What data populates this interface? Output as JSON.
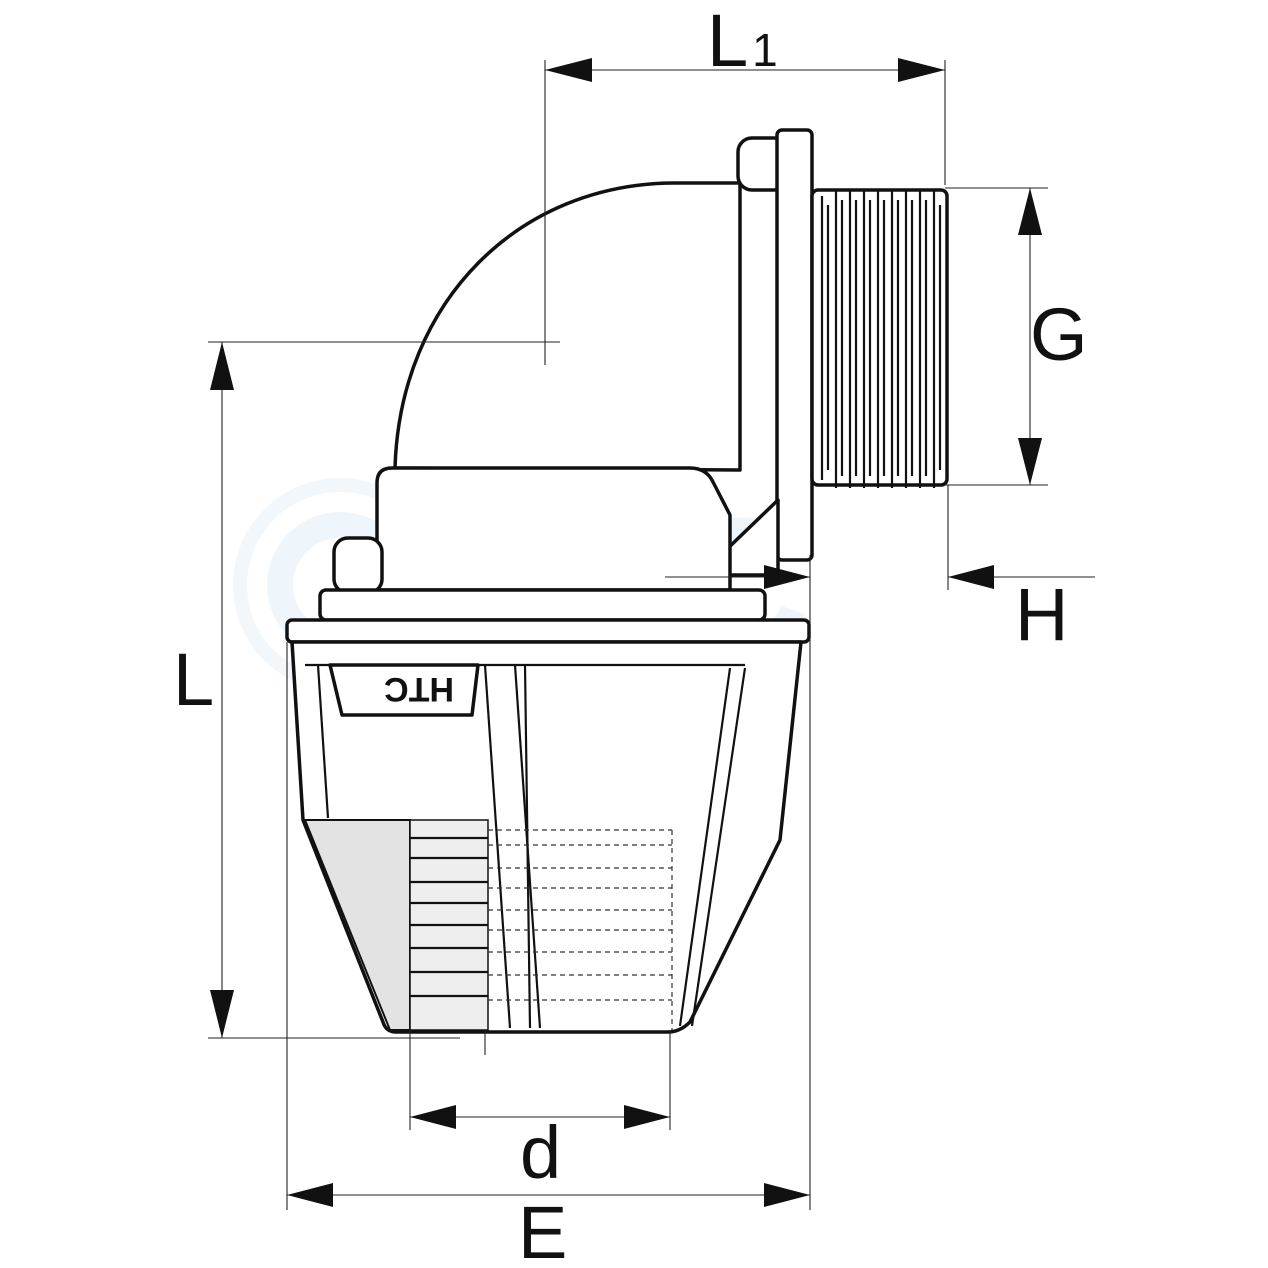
{
  "diagram": {
    "watermark": "HTC",
    "brand_mark": "HTC",
    "labels": {
      "L1_main": "L",
      "L1_sub": "1",
      "G": "G",
      "H": "H",
      "L": "L",
      "d": "d",
      "E": "E"
    },
    "colors": {
      "line": "#111111",
      "section_fill": "#e3e3e3",
      "watermark": "#eef6fb"
    }
  }
}
